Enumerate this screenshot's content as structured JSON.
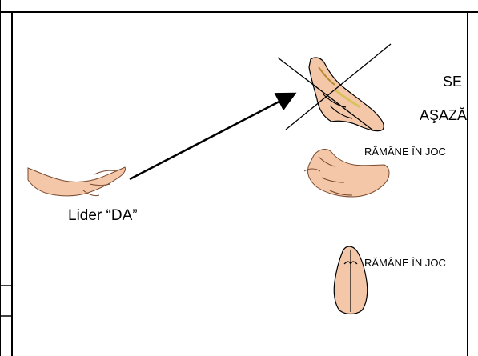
{
  "labels": {
    "leader": "Lider “DA”",
    "se": "SE",
    "asaza": "AŞAZĂ",
    "stays_in_game_1": "RĂMÂNE ÎN JOC",
    "stays_in_game_2": "RĂMÂNE ÎN JOC"
  },
  "colors": {
    "skin": "#f3c7a8",
    "skin_shadow": "#e3a987",
    "outline": "#000000",
    "finger_yellow": "#d8c25c"
  },
  "icons": {
    "leader_hand": "open-palm-hand-icon",
    "pointing_hand": "pointing-hand-icon",
    "cross_mark": "cross-x-icon",
    "open_hands": "two-open-hands-icon",
    "praying_hands": "praying-hands-icon",
    "arrow": "arrow-right-up-icon"
  }
}
